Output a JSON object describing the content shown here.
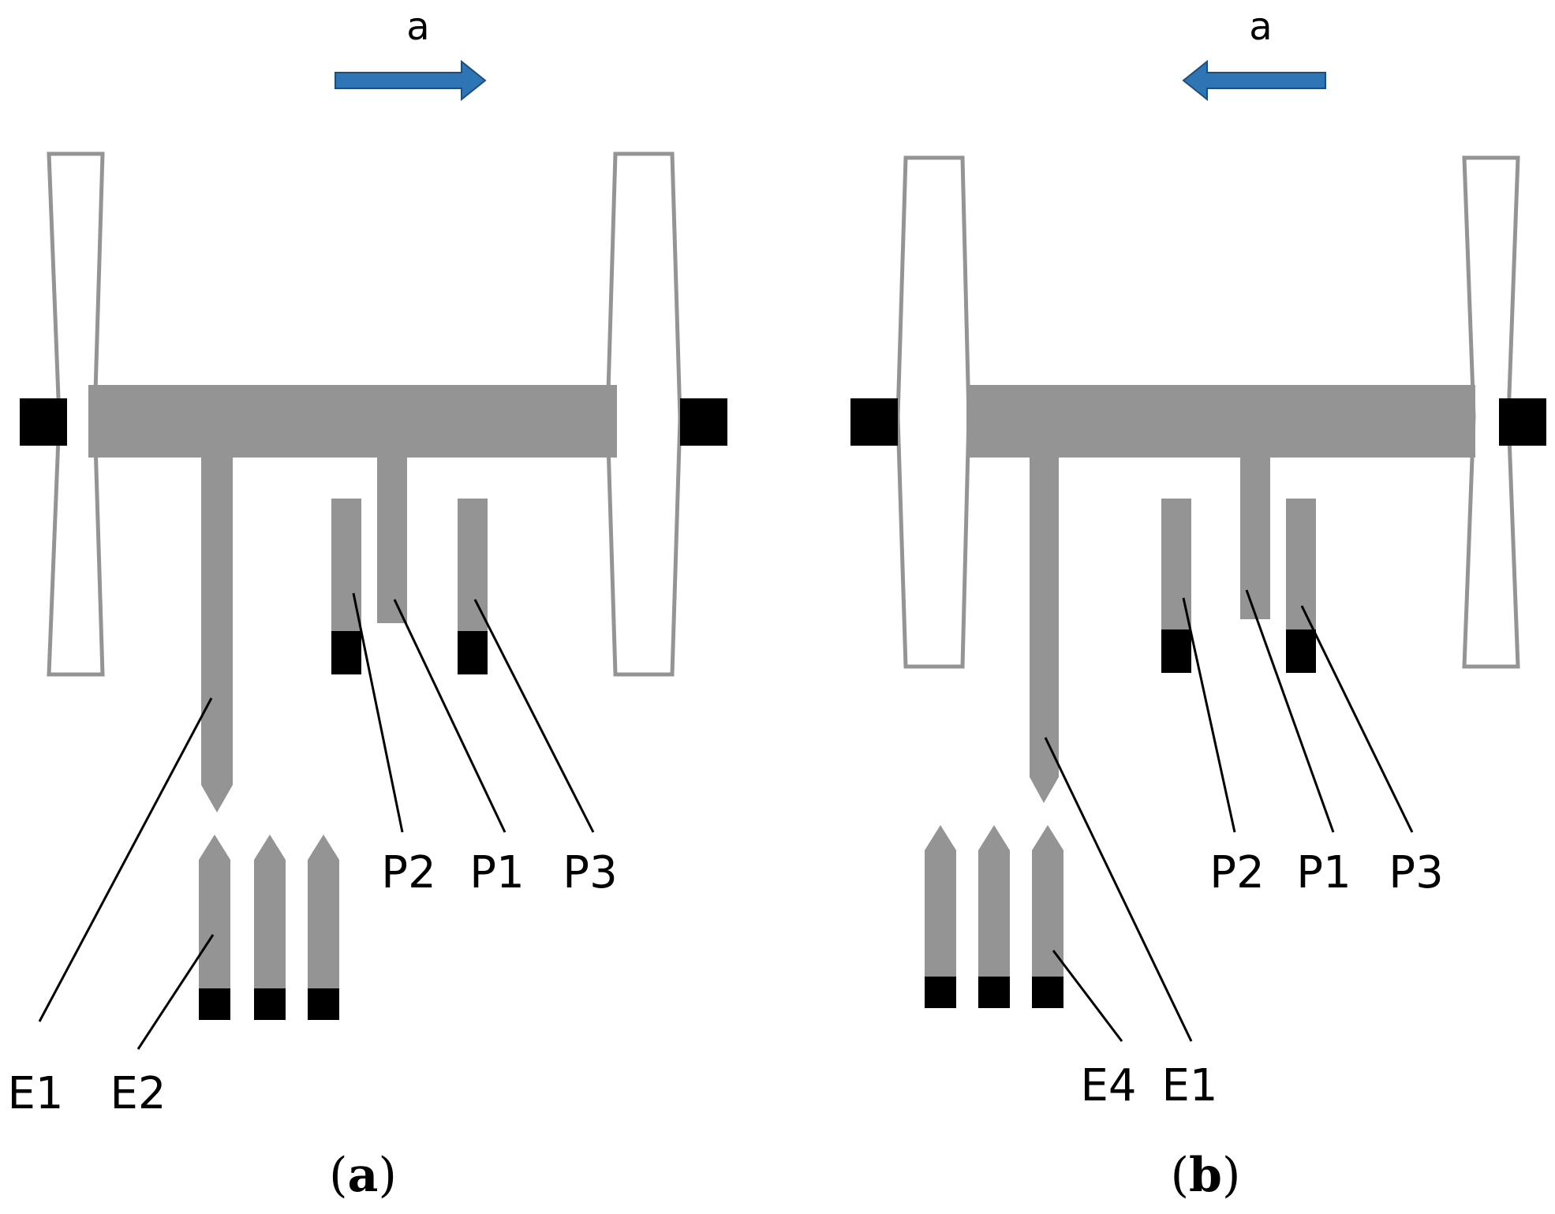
{
  "panels": [
    {
      "id": "a",
      "caption_letter": "a",
      "acceleration_label": "a",
      "arrow_direction": "right",
      "labels": {
        "E1": "E1",
        "E2": "E2",
        "P1": "P1",
        "P2": "P2",
        "P3": "P3"
      }
    },
    {
      "id": "b",
      "caption_letter": "b",
      "acceleration_label": "a",
      "arrow_direction": "left",
      "labels": {
        "E4": "E4",
        "E1": "E1",
        "P1": "P1",
        "P2": "P2",
        "P3": "P3"
      }
    }
  ],
  "colors": {
    "beam": "#949494",
    "anchor": "#000000",
    "arrow": "#2e75b6"
  }
}
